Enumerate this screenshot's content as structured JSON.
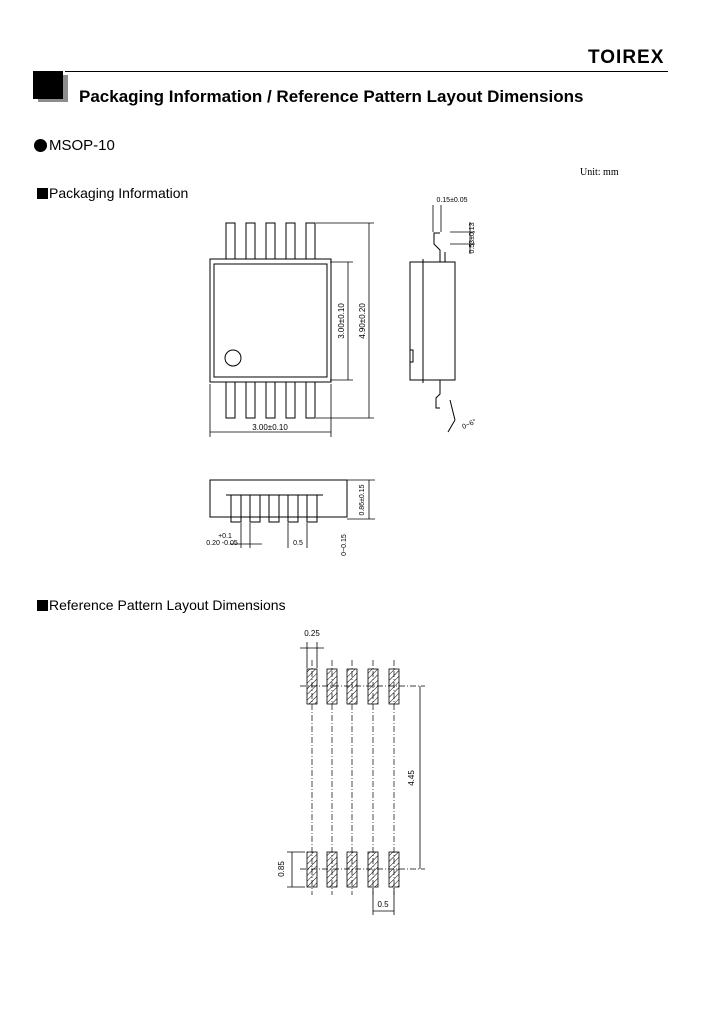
{
  "header": {
    "brand": "TOIREX"
  },
  "page": {
    "title": "Packaging Information / Reference Pattern Layout Dimensions",
    "package_name": "MSOP-10",
    "unit_label": "Unit: mm"
  },
  "sections": {
    "packaging": "Packaging Information",
    "pattern": "Reference Pattern Layout Dimensions"
  },
  "packaging_dims": {
    "lead_thickness": "0.15±0.05",
    "lead_length": "0.53±0.13",
    "body_length": "3.00±0.10",
    "total_length": "4.90±0.20",
    "body_width": "3.00±0.10",
    "lead_angle": "0~6°",
    "height": "0.86±0.15",
    "lead_width_tol": "+0.1",
    "lead_width": "0.20 -0.05",
    "lead_pitch": "0.5",
    "standoff": "0~0.15"
  },
  "pattern_dims": {
    "pad_width": "0.25",
    "row_spacing": "4.45",
    "pad_length": "0.85",
    "pad_pitch": "0.5"
  }
}
